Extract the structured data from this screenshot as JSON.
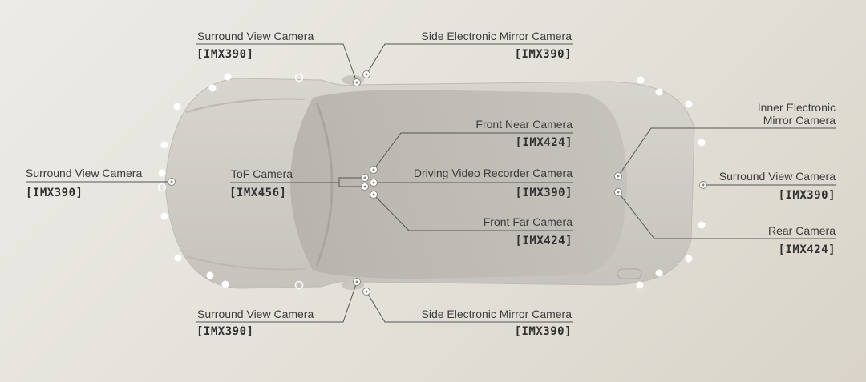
{
  "labels": {
    "surround_top": "Surround View Camera",
    "surround_top_code": "[IMX390]",
    "side_mirror_top": "Side Electronic Mirror Camera",
    "side_mirror_top_code": "[IMX390]",
    "surround_left": "Surround View Camera",
    "surround_left_code": "[IMX390]",
    "tof": "ToF Camera",
    "tof_code": "[IMX456]",
    "front_near": "Front Near Camera",
    "front_near_code": "[IMX424]",
    "driving_recorder": "Driving Video Recorder Camera",
    "driving_recorder_code": "[IMX390]",
    "front_far": "Front Far Camera",
    "front_far_code": "[IMX424]",
    "inner_mirror_line1": "Inner Electronic",
    "inner_mirror_line2": "Mirror Camera",
    "surround_right": "Surround View Camera",
    "surround_right_code": "[IMX390]",
    "rear": "Rear Camera",
    "rear_code": "[IMX424]",
    "surround_bottom": "Surround View Camera",
    "surround_bottom_code": "[IMX390]",
    "side_mirror_bottom": "Side Electronic Mirror Camera",
    "side_mirror_bottom_code": "[IMX390]"
  },
  "colors": {
    "car_body": "#cfccc6",
    "car_highlight": "#dedbd5",
    "glass": "#bdb9b2",
    "line": "#555555",
    "sensor_dot": "#ffffff"
  }
}
